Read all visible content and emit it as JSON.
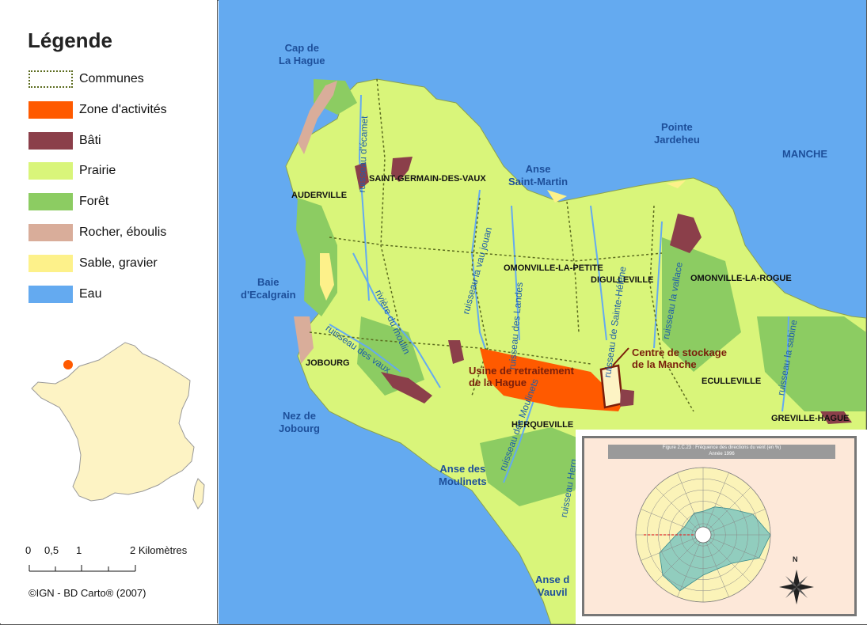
{
  "legend": {
    "title": "Légende",
    "items": [
      {
        "label": "Communes",
        "color": "#ffffff",
        "border": "#5b6b1e",
        "style": "dotted"
      },
      {
        "label": "Zone d'activités",
        "color": "#ff5a00"
      },
      {
        "label": "Bâti",
        "color": "#8b3f4a"
      },
      {
        "label": "Prairie",
        "color": "#d9f57a"
      },
      {
        "label": "Forêt",
        "color": "#8ccc62"
      },
      {
        "label": "Rocher, éboulis",
        "color": "#d9ad9a"
      },
      {
        "label": "Sable, gravier",
        "color": "#fdf18a"
      },
      {
        "label": "Eau",
        "color": "#64aaf0"
      }
    ],
    "scale": {
      "ticks": [
        "0",
        "0,5",
        "1",
        "2 Kilomètres"
      ]
    },
    "credit": "©IGN - BD Carto® (2007)"
  },
  "map": {
    "sea_color": "#64aaf0",
    "water_labels": [
      {
        "text": "Cap de\nLa Hague"
      },
      {
        "text": "Anse\nSaint-Martin"
      },
      {
        "text": "Pointe\nJardeheu"
      },
      {
        "text": "MANCHE"
      },
      {
        "text": "Baie\nd'Ecalgrain"
      },
      {
        "text": "Nez de\nJobourg"
      },
      {
        "text": "Anse des\nMoulinets"
      },
      {
        "text": "Anse d\nVauvil"
      }
    ],
    "communes": [
      "AUDERVILLE",
      "SAINT-GERMAIN-DES-VAUX",
      "OMONVILLE-LA-PETITE",
      "DIGULLEVILLE",
      "OMONVILLE-LA-ROGUE",
      "JOBOURG",
      "HERQUEVILLE",
      "ECULLEVILLE",
      "GREVILLE-HAGUE"
    ],
    "rivers": [
      "ruisseau d'écamet",
      "ruisseau la vau jouan",
      "ruisseau des Landes",
      "ruisseau de Sainte-Hélène",
      "ruisseau la vallace",
      "rivière du moulin",
      "ruisseau des vaux",
      "ruisseau des Moulinets",
      "ruisseau la sabine",
      "ruisseau Herq"
    ],
    "facilities": [
      "Usine de retraitement\nde la Hague",
      "Centre de stockage\nde la Manche"
    ]
  },
  "inset": {
    "header": "Figure 2.C.23 : Fréquence des directions du vent (en %)\nAnnée 1996",
    "compass": "N"
  }
}
